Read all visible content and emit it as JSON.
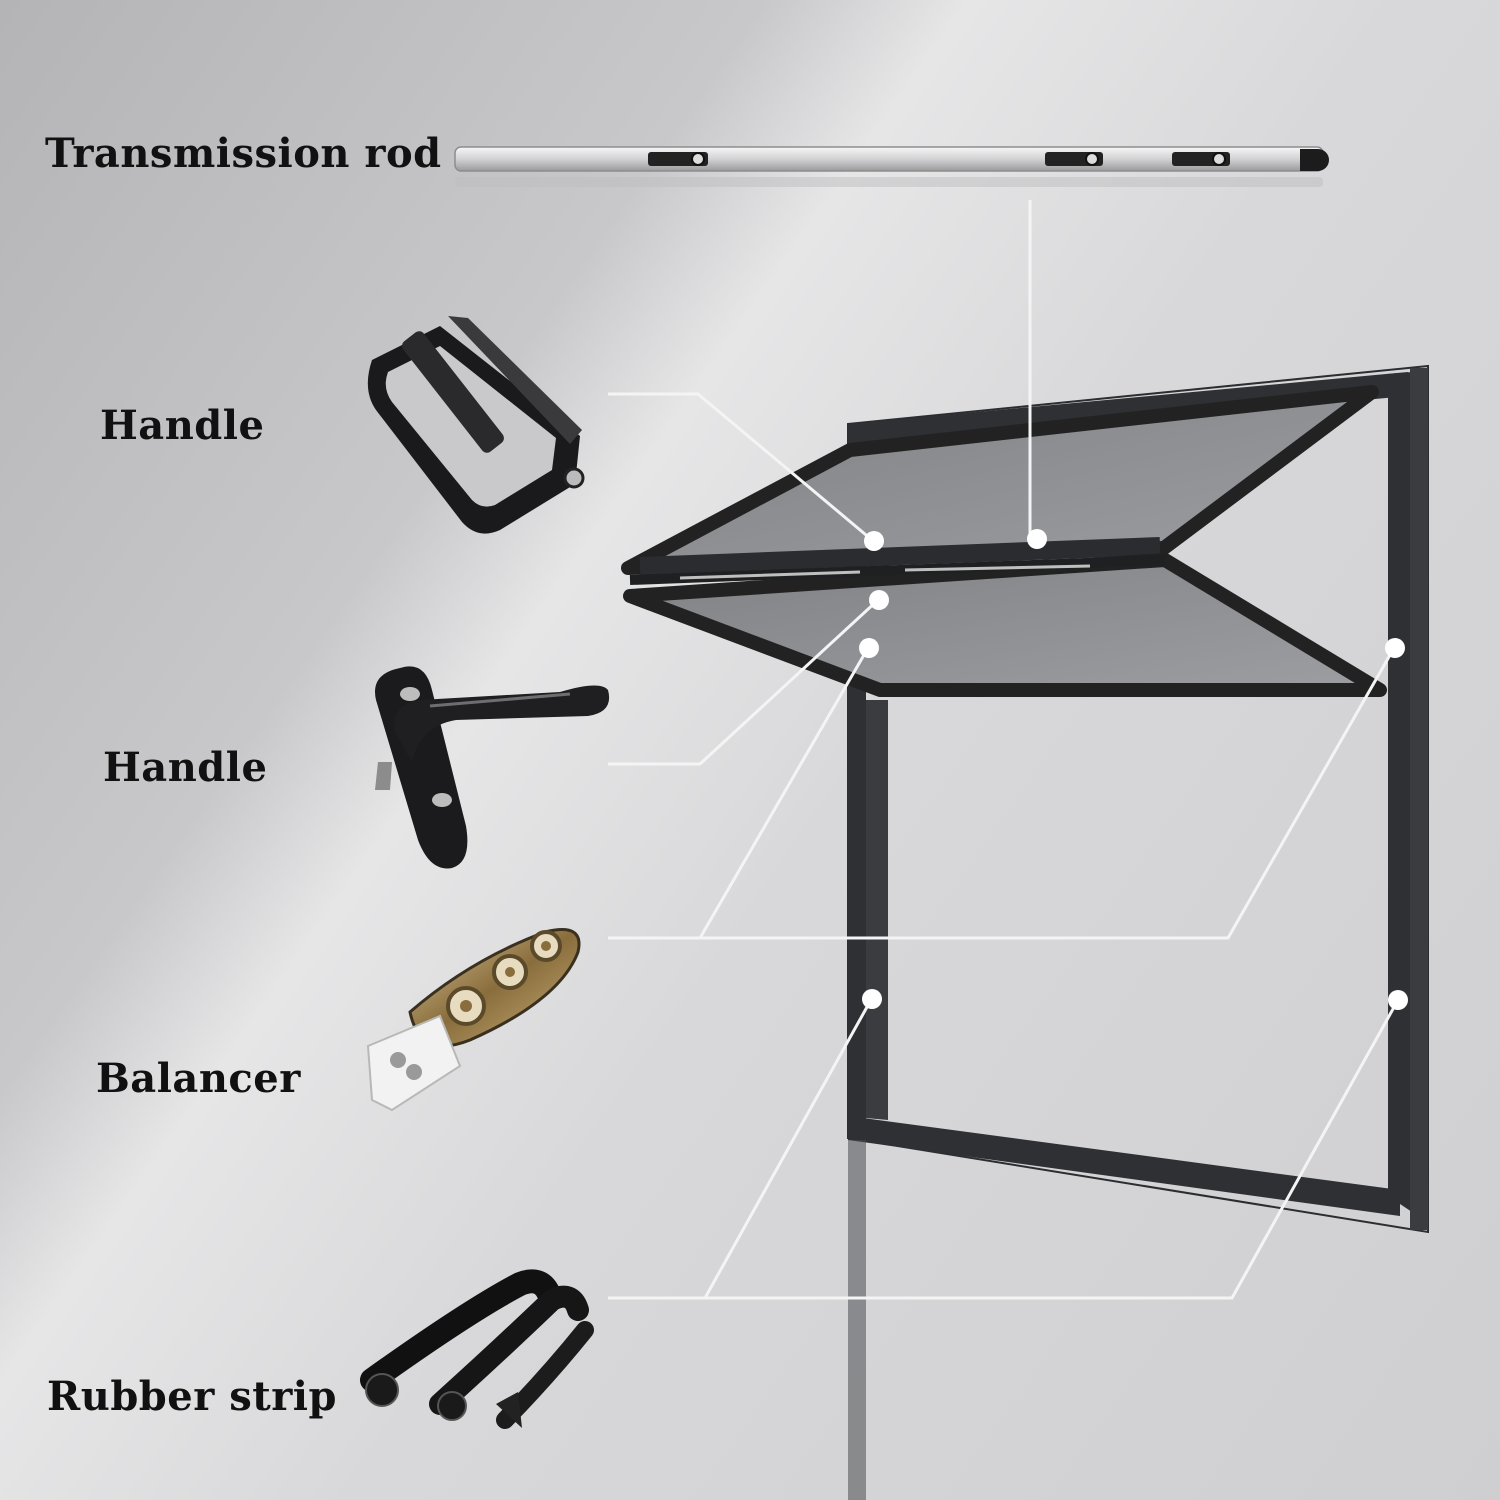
{
  "labels": {
    "transmission_rod": "Transmission rod",
    "handle_top": "Handle",
    "handle_lever": "Handle",
    "balancer": "Balancer",
    "rubber_strip": "Rubber strip"
  },
  "colors": {
    "frame": "#2b2d30",
    "glass": "#8e9094",
    "leader": "#f4f4f4",
    "label_text": "#111111"
  },
  "icons": [
    "transmission-rod-icon",
    "pull-handle-icon",
    "lever-handle-icon",
    "balancer-icon",
    "rubber-strip-icon",
    "window-frame"
  ]
}
